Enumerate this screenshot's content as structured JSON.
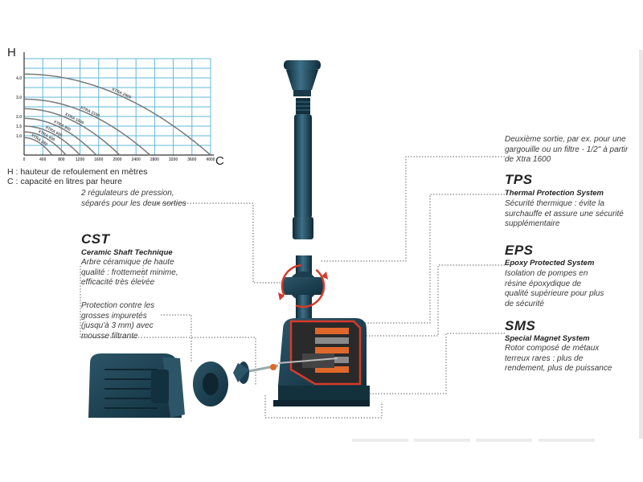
{
  "chart_data": {
    "type": "line",
    "title": "",
    "ylabel": "H",
    "xlabel": "C",
    "xlim": [
      0,
      4000
    ],
    "ylim": [
      0,
      5
    ],
    "x_ticks": [
      "0",
      "400",
      "800",
      "1200",
      "1600",
      "2000",
      "2400",
      "2800",
      "3200",
      "3600",
      "4000"
    ],
    "y_ticks": [
      "1.0",
      "1.5",
      "2.0",
      "3.0",
      "4.0"
    ],
    "series": [
      {
        "name": "XTRA 2900",
        "shutoff_h": 4.2,
        "max_flow": 4000
      },
      {
        "name": "XTRA 2100",
        "shutoff_h": 2.9,
        "max_flow": 2700
      },
      {
        "name": "XTRA 1600",
        "shutoff_h": 2.4,
        "max_flow": 2050
      },
      {
        "name": "XTRA 900",
        "shutoff_h": 1.9,
        "max_flow": 1550
      },
      {
        "name": "XTRA 600",
        "shutoff_h": 1.5,
        "max_flow": 1200
      },
      {
        "name": "XTRA 400",
        "shutoff_h": 1.2,
        "max_flow": 900
      },
      {
        "name": "XTRA 280",
        "shutoff_h": 0.9,
        "max_flow": 600
      }
    ]
  },
  "chart_legend": {
    "h_text": "H : hauteur de refoulement en mètres",
    "c_text": "C : capacité en litres par heure"
  },
  "labels": {
    "regulators": "2 régulateurs de pression, séparés pour les deux sorties",
    "second_outlet": "Deuxième sortie, par ex. pour une gargouille ou un filtre - 1/2'' à partir de Xtra 1600",
    "tps_title": "TPS",
    "tps_subtitle": "Thermal Protection System",
    "tps_text": "Sécurité thermique : évite la surchauffe et assure une sécurité supplémentaire",
    "cst_title": "CST",
    "cst_subtitle": "Ceramic Shaft Technique",
    "cst_text": "Arbre céramique de haute qualité : frottement minime, efficacité très élevée",
    "eps_title": "EPS",
    "eps_subtitle": "Epoxy Protected System",
    "eps_text": "Isolation de pompes en résine époxydique de qualité supérieure pour plus de sécurité",
    "protection_text": "Protection contre les grosses impuretés (jusqu'à 3 mm) avec mousse filtrante",
    "sms_title": "SMS",
    "sms_subtitle": "Special Magnet System",
    "sms_text": "Rotor composé de métaux terreux rares : plus de rendement, plus de puissance"
  },
  "colors": {
    "grid": "#5fb8d8",
    "curve": "#7a7a7a",
    "pump_body": "#1c3e4f",
    "pump_highlight": "#3d6f86",
    "coil": "#e0672a",
    "cutaway": "#d63a2a",
    "leader": "#666666"
  },
  "icons": {
    "rotation": "rotation-arrow-icon"
  }
}
